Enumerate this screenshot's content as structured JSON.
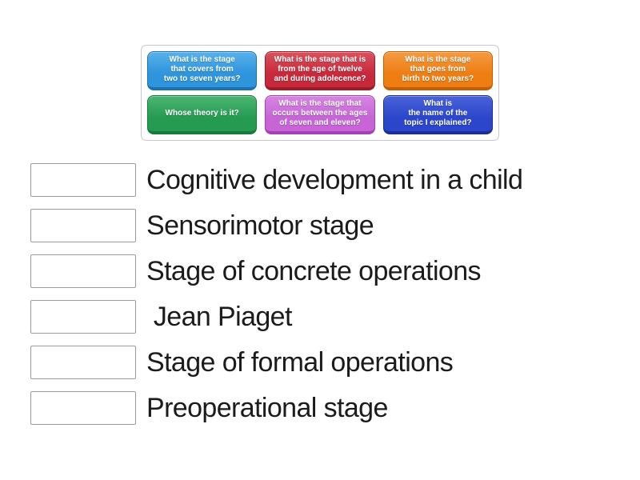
{
  "tile_tray": {
    "tiles": [
      {
        "label": "What is the stage\nthat covers from\ntwo to seven years?",
        "colors": {
          "light": "#58b1ea",
          "main": "#2e94dc",
          "dark": "#1b72b4"
        }
      },
      {
        "label": "What is the stage that is\nfrom the age of twelve\nand during adolecence?",
        "colors": {
          "light": "#d9525f",
          "main": "#c8293a",
          "dark": "#9e1b2a"
        }
      },
      {
        "label": "What is the stage\nthat goes from\nbirth to two years?",
        "colors": {
          "light": "#f49b43",
          "main": "#ee7d12",
          "dark": "#c45f02"
        }
      },
      {
        "label": "Whose theory is it?",
        "colors": {
          "light": "#4cb573",
          "main": "#259b51",
          "dark": "#147c3a"
        }
      },
      {
        "label": "What is the stage that\noccurs between the ages\nof seven and eleven?",
        "colors": {
          "light": "#d685e2",
          "main": "#c765d7",
          "dark": "#a43fb5"
        }
      },
      {
        "label": "What is\nthe name of the\ntopic I explained?",
        "colors": {
          "light": "#4a62d8",
          "main": "#2b46cb",
          "dark": "#1b2f97"
        }
      }
    ]
  },
  "match_list": {
    "items": [
      {
        "answer": "Cognitive development in a child"
      },
      {
        "answer": "Sensorimotor stage"
      },
      {
        "answer": "Stage of concrete operations"
      },
      {
        "answer": " Jean Piaget"
      },
      {
        "answer": "Stage of formal operations"
      },
      {
        "answer": "Preoperational stage"
      }
    ]
  },
  "colors": {
    "page_background": "#ffffff",
    "tray_border": "#c7c7c7",
    "drop_box_border": "#9b9b9b",
    "answer_text": "#1b1b1b",
    "tile_text": "#ffffff"
  }
}
